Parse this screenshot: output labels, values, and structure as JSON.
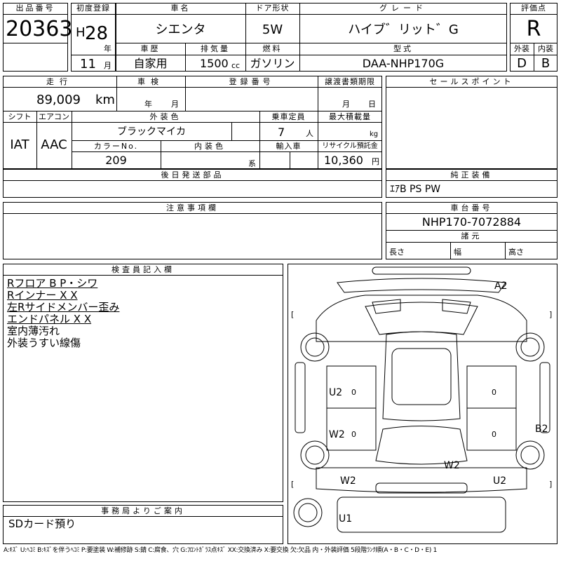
{
  "header": {
    "lot_number_label": "出品番号",
    "lot_number": "20363",
    "first_reg_label": "初度登録",
    "era_prefix": "H",
    "year": "28",
    "year_unit": "年",
    "month": "11",
    "month_unit": "月",
    "car_name_label": "車名",
    "car_name": "シエンタ",
    "door_label": "ドア形状",
    "door": "5W",
    "grade_label": "グレード",
    "grade": "ハイブ゛リット゛G",
    "score_label": "評価点",
    "score": "R",
    "history_label": "車歴",
    "history": "自家用",
    "displacement_label": "排気量",
    "displacement": "1500",
    "displacement_unit": "cc",
    "fuel_label": "燃料",
    "fuel": "ガソリン",
    "model_label": "型式",
    "model": "DAA-NHP170G",
    "exterior_label": "外装",
    "exterior": "D",
    "interior_label": "内装",
    "interior": "B"
  },
  "row2": {
    "mileage_label": "走行",
    "mileage": "89,009",
    "mileage_unit": "km",
    "inspection_label": "車検",
    "inspection_year_unit": "年",
    "inspection_month_unit": "月",
    "reg_number_label": "登録番号",
    "transfer_docs_label": "譲渡書類期限",
    "transfer_month_unit": "月",
    "transfer_day_unit": "日",
    "shift_label": "シフト",
    "shift": "IAT",
    "ac_label": "エアコン",
    "ac": "AAC",
    "color_label": "外装色",
    "color": "ブラックマイカ",
    "capacity_label": "乗車定員",
    "capacity": "7",
    "capacity_unit": "人",
    "max_load_label": "最大積載量",
    "max_load_unit": "kg",
    "color_no_label": "カラーNo.",
    "color_no": "209",
    "interior_color_label": "内装色",
    "interior_color_unit": "系",
    "import_label": "輸入車",
    "recycle_label": "リサイクル預託金",
    "recycle": "10,360",
    "recycle_unit": "円"
  },
  "sales_point_label": "セールスポイント",
  "later_parts_label": "後日発送部品",
  "equipment_label": "純正装備",
  "equipment": "ｴｱB PS PW",
  "notes_label": "注意事項欄",
  "chassis_label": "車台番号",
  "chassis": "NHP170-7072884",
  "dimensions_label": "諸元",
  "length_label": "長さ",
  "width_label": "幅",
  "height_label": "高さ",
  "inspector_label": "検査員記入欄",
  "inspector_notes": [
    "Rフロア B P・シワ",
    "Rインナー X X",
    "左Rサイドメンバー歪み",
    "エンドパネル X X",
    "室内薄汚れ",
    "外装うすい線傷"
  ],
  "office_label": "事務局よりご案内",
  "office_note": "SDカード預り",
  "diagram_marks": {
    "a2": "A2",
    "u2_left": "U2",
    "w2_left": "W2",
    "w2_left_low": "W2",
    "w2_mid": "W2",
    "b2": "B2",
    "u2_right": "U2",
    "u1": "U1",
    "zero": "0",
    "bracket_l": "[",
    "bracket_r": "]"
  },
  "legend": "A:ｷｽﾞ U:ﾍｺﾐ B:ｷｽﾞを伴うﾍｺﾐ P:要塗装 W:補修跡 S:錆 C:腐食、穴 G:ﾌﾛﾝﾄｶﾞﾗｽ点ｷｽﾞ XX:交換済み X:要交換 欠:欠品 内・外装評価 5段階ﾗﾝｸ順(A・B・C・D・E) 1"
}
